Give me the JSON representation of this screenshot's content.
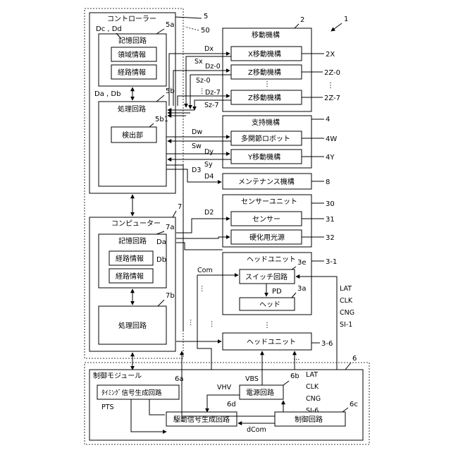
{
  "figure_ref": "1",
  "controller": {
    "title": "コントローラー",
    "ref": "5",
    "ref_dotted": "50"
  },
  "storage": {
    "title": "記憶回路",
    "ref": "5a",
    "data_in": "Dc , Dd",
    "data_out": "Da , Db",
    "region": "領域情報",
    "path": "経路情報"
  },
  "processing": {
    "title": "処理回路",
    "ref": "5b",
    "detector": "検出部",
    "detector_ref": "5b1"
  },
  "computer": {
    "title": "コンピューター",
    "ref": "7"
  },
  "comp_storage": {
    "title": "記憶回路",
    "ref": "7a",
    "path1": "経路情報",
    "path2": "経路情報",
    "da": "Da",
    "db": "Db"
  },
  "comp_processing": {
    "title": "処理回路",
    "ref": "7b"
  },
  "moving": {
    "title": "移動機構",
    "ref": "2",
    "x": "X移動機構",
    "x_ref": "2X",
    "z0": "Z移動機構",
    "z0_ref": "2Z-0",
    "z7": "Z移動機構",
    "z7_ref": "2Z-7"
  },
  "support": {
    "title": "支持機構",
    "ref": "4",
    "robot": "多関節ロボット",
    "robot_ref": "4W",
    "y": "Y移動機構",
    "y_ref": "4Y"
  },
  "maintenance": {
    "title": "メンテナンス機構",
    "ref": "8"
  },
  "sensor_unit": {
    "title": "センサーユニット",
    "ref": "30",
    "sensor": "センサー",
    "sensor_ref": "31",
    "cure": "硬化用光源",
    "cure_ref": "32"
  },
  "head_unit": {
    "title": "ヘッドユニット",
    "ref": "3-1",
    "switch": "スイッチ回路",
    "switch_ref": "3e",
    "head": "ヘッド",
    "head_ref": "3a",
    "pd": "PD"
  },
  "head_unit6": {
    "title": "ヘッドユニット",
    "ref": "3-6"
  },
  "control_module": {
    "title": "制御モジュール",
    "ref": "6"
  },
  "timing": {
    "title": "ﾀｲﾐﾝｸﾞ信号生成回路",
    "ref": "6a"
  },
  "power": {
    "title": "電源回路",
    "ref": "6b"
  },
  "drive": {
    "title": "駆動信号生成回路",
    "ref": "6d"
  },
  "control": {
    "title": "制御回路",
    "ref": "6c"
  },
  "signals": {
    "dx": "Dx",
    "sx": "Sx",
    "dz0": "Dz-0",
    "sz0": "Sz-0",
    "dz7": "Dz-7",
    "sz7": "Sz-7",
    "dw": "Dw",
    "sw": "Sw",
    "dy": "Dy",
    "sy": "Sy",
    "d3": "D3",
    "d4": "D4",
    "d2": "D2",
    "com": "Com",
    "vbs": "VBS",
    "vhv": "VHV",
    "pts": "PTS",
    "dcom": "dCom",
    "lat": "LAT",
    "clk": "CLK",
    "cng": "CNG",
    "si1": "SI-1",
    "si6": "SI-6"
  }
}
